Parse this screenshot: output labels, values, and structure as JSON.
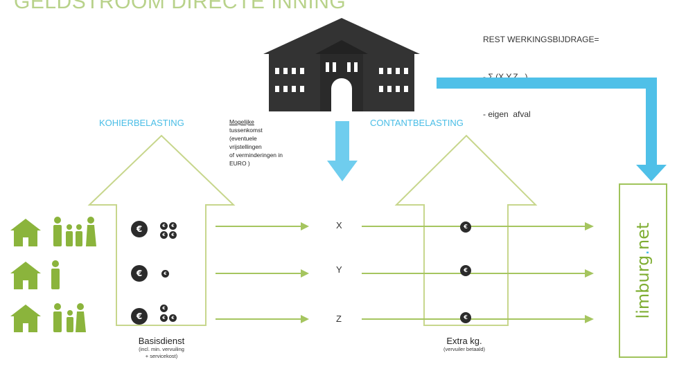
{
  "title": "GELDSTROOM DIRECTE INNING",
  "rest_budget": {
    "line1": "REST WERKINGSBIJDRAGE=",
    "line2": "- Σ (X,Y,Z,..)",
    "line3": "- eigen  afval"
  },
  "labels": {
    "kohierbelasting": "KOHIERBELASTING",
    "contantbelasting": "CONTANTBELASTING"
  },
  "note": {
    "heading": "Mogelijke",
    "lines": [
      "tussenkomst",
      "(eventuele",
      "vrijstellingen",
      "of verminderingen in",
      "EURO )"
    ]
  },
  "flows": [
    {
      "label": "X"
    },
    {
      "label": "Y"
    },
    {
      "label": "Z"
    }
  ],
  "coin_symbol": "€",
  "captions": {
    "basisdienst": "Basisdienst",
    "basisdienst_sub1": "(incl. min. vervuiling",
    "basisdienst_sub2": "+ servicekost)",
    "extra": "Extra kg.",
    "extra_sub": "(vervuiler betaald)"
  },
  "destination": {
    "name": "limburg",
    "dot": ".",
    "tld": "net"
  },
  "colors": {
    "green": "#8bb43c",
    "outline_green": "#c7d68c",
    "cyan": "#49bde6",
    "dark": "#2b2b2b"
  },
  "icons": {
    "building": "town-hall-icon",
    "house": "house-icon",
    "person": "person-icon",
    "coin": "euro-coin-icon"
  }
}
